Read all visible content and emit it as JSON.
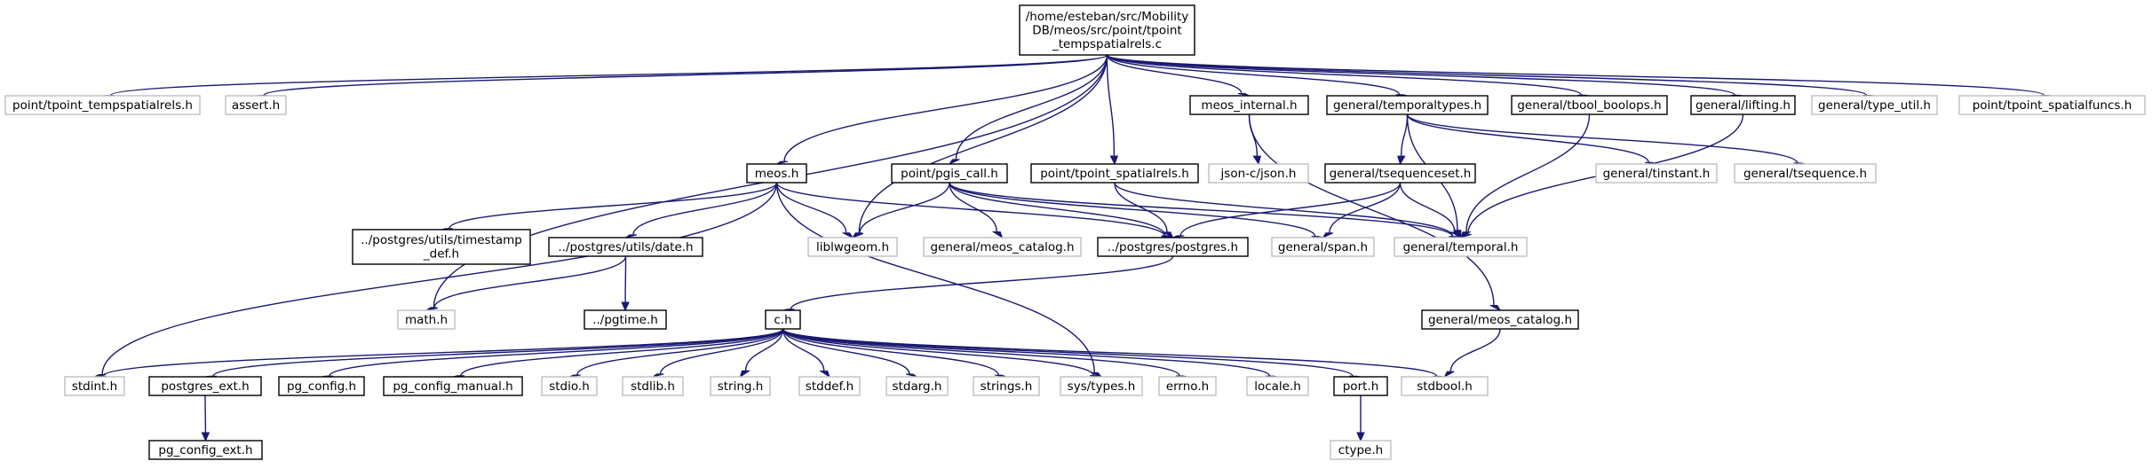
{
  "colors": {
    "edge": "#191970",
    "root_fill": "#bfbfbf",
    "documented_border": "#000000",
    "undocumented_border": "#bfbfbf",
    "text": "#000000"
  },
  "nodes": [
    {
      "id": "root",
      "style": "root",
      "lines": [
        "/home/esteban/src/Mobility",
        "DB/meos/src/point/tpoint",
        "_tempspatialrels.c"
      ]
    },
    {
      "id": "n_tpoint_tempspatialrels_h",
      "style": "undocumented",
      "lines": [
        "point/tpoint_tempspatialrels.h"
      ]
    },
    {
      "id": "n_assert_h",
      "style": "undocumented",
      "lines": [
        "assert.h"
      ]
    },
    {
      "id": "n_meos_internal_h",
      "style": "documented",
      "lines": [
        "meos_internal.h"
      ]
    },
    {
      "id": "n_temporaltypes_h",
      "style": "documented",
      "lines": [
        "general/temporaltypes.h"
      ]
    },
    {
      "id": "n_tbool_boolops_h",
      "style": "documented",
      "lines": [
        "general/tbool_boolops.h"
      ]
    },
    {
      "id": "n_lifting_h",
      "style": "documented",
      "lines": [
        "general/lifting.h"
      ]
    },
    {
      "id": "n_type_util_h",
      "style": "undocumented",
      "lines": [
        "general/type_util.h"
      ]
    },
    {
      "id": "n_tpoint_spatialfuncs_h",
      "style": "undocumented",
      "lines": [
        "point/tpoint_spatialfuncs.h"
      ]
    },
    {
      "id": "n_meos_h",
      "style": "documented",
      "lines": [
        "meos.h"
      ]
    },
    {
      "id": "n_pgis_call_h",
      "style": "documented",
      "lines": [
        "point/pgis_call.h"
      ]
    },
    {
      "id": "n_tpoint_spatialrels_h",
      "style": "documented",
      "lines": [
        "point/tpoint_spatialrels.h"
      ]
    },
    {
      "id": "n_json_h",
      "style": "undocumented",
      "lines": [
        "json-c/json.h"
      ]
    },
    {
      "id": "n_tsequenceset_h",
      "style": "documented",
      "lines": [
        "general/tsequenceset.h"
      ]
    },
    {
      "id": "n_tinstant_h",
      "style": "undocumented",
      "lines": [
        "general/tinstant.h"
      ]
    },
    {
      "id": "n_tsequence_h",
      "style": "undocumented",
      "lines": [
        "general/tsequence.h"
      ]
    },
    {
      "id": "n_timestamp_def_h",
      "style": "documented",
      "lines": [
        "../postgres/utils/timestamp",
        "_def.h"
      ]
    },
    {
      "id": "n_date_h",
      "style": "documented",
      "lines": [
        "../postgres/utils/date.h"
      ]
    },
    {
      "id": "n_liblwgeom_h",
      "style": "undocumented",
      "lines": [
        "liblwgeom.h"
      ]
    },
    {
      "id": "n_meos_catalog_grey",
      "style": "undocumented",
      "lines": [
        "general/meos_catalog.h"
      ]
    },
    {
      "id": "n_postgres_h",
      "style": "documented",
      "lines": [
        "../postgres/postgres.h"
      ]
    },
    {
      "id": "n_span_h",
      "style": "undocumented",
      "lines": [
        "general/span.h"
      ]
    },
    {
      "id": "n_temporal_h",
      "style": "undocumented",
      "lines": [
        "general/temporal.h"
      ]
    },
    {
      "id": "n_math_h",
      "style": "undocumented",
      "lines": [
        "math.h"
      ]
    },
    {
      "id": "n_pgtime_h",
      "style": "documented",
      "lines": [
        "../pgtime.h"
      ]
    },
    {
      "id": "n_meos_catalog_doc",
      "style": "documented",
      "lines": [
        "general/meos_catalog.h"
      ]
    },
    {
      "id": "n_c_h",
      "style": "documented",
      "lines": [
        "c.h"
      ]
    },
    {
      "id": "n_stdint_h",
      "style": "undocumented",
      "lines": [
        "stdint.h"
      ]
    },
    {
      "id": "n_postgres_ext_h",
      "style": "documented",
      "lines": [
        "postgres_ext.h"
      ]
    },
    {
      "id": "n_pg_config_h",
      "style": "documented",
      "lines": [
        "pg_config.h"
      ]
    },
    {
      "id": "n_pg_config_manual_h",
      "style": "documented",
      "lines": [
        "pg_config_manual.h"
      ]
    },
    {
      "id": "n_stdio_h",
      "style": "undocumented",
      "lines": [
        "stdio.h"
      ]
    },
    {
      "id": "n_stdlib_h",
      "style": "undocumented",
      "lines": [
        "stdlib.h"
      ]
    },
    {
      "id": "n_string_h",
      "style": "undocumented",
      "lines": [
        "string.h"
      ]
    },
    {
      "id": "n_stddef_h",
      "style": "undocumented",
      "lines": [
        "stddef.h"
      ]
    },
    {
      "id": "n_stdarg_h",
      "style": "undocumented",
      "lines": [
        "stdarg.h"
      ]
    },
    {
      "id": "n_strings_h",
      "style": "undocumented",
      "lines": [
        "strings.h"
      ]
    },
    {
      "id": "n_sys_types_h",
      "style": "undocumented",
      "lines": [
        "sys/types.h"
      ]
    },
    {
      "id": "n_errno_h",
      "style": "undocumented",
      "lines": [
        "errno.h"
      ]
    },
    {
      "id": "n_locale_h",
      "style": "undocumented",
      "lines": [
        "locale.h"
      ]
    },
    {
      "id": "n_port_h",
      "style": "documented",
      "lines": [
        "port.h"
      ]
    },
    {
      "id": "n_stdbool_h",
      "style": "undocumented",
      "lines": [
        "stdbool.h"
      ]
    },
    {
      "id": "n_pg_config_ext_h",
      "style": "documented",
      "lines": [
        "pg_config_ext.h"
      ]
    },
    {
      "id": "n_ctype_h",
      "style": "undocumented",
      "lines": [
        "ctype.h"
      ]
    }
  ],
  "edges": [
    [
      "root",
      "n_tpoint_tempspatialrels_h"
    ],
    [
      "root",
      "n_assert_h"
    ],
    [
      "root",
      "n_math_h"
    ],
    [
      "root",
      "n_meos_h"
    ],
    [
      "root",
      "n_liblwgeom_h"
    ],
    [
      "root",
      "n_pgis_call_h"
    ],
    [
      "root",
      "n_tpoint_spatialrels_h"
    ],
    [
      "root",
      "n_meos_internal_h"
    ],
    [
      "root",
      "n_temporaltypes_h"
    ],
    [
      "root",
      "n_tbool_boolops_h"
    ],
    [
      "root",
      "n_lifting_h"
    ],
    [
      "root",
      "n_type_util_h"
    ],
    [
      "root",
      "n_tpoint_spatialfuncs_h"
    ],
    [
      "n_meos_internal_h",
      "n_json_h"
    ],
    [
      "n_meos_internal_h",
      "n_meos_catalog_doc"
    ],
    [
      "n_temporaltypes_h",
      "n_tsequenceset_h"
    ],
    [
      "n_temporaltypes_h",
      "n_tinstant_h"
    ],
    [
      "n_temporaltypes_h",
      "n_tsequence_h"
    ],
    [
      "n_temporaltypes_h",
      "n_temporal_h"
    ],
    [
      "n_tsequenceset_h",
      "n_postgres_h"
    ],
    [
      "n_tsequenceset_h",
      "n_span_h"
    ],
    [
      "n_tsequenceset_h",
      "n_temporal_h"
    ],
    [
      "n_tbool_boolops_h",
      "n_temporal_h"
    ],
    [
      "n_lifting_h",
      "n_temporal_h"
    ],
    [
      "n_tpoint_spatialrels_h",
      "n_postgres_h"
    ],
    [
      "n_tpoint_spatialrels_h",
      "n_temporal_h"
    ],
    [
      "n_pgis_call_h",
      "n_liblwgeom_h"
    ],
    [
      "n_pgis_call_h",
      "n_meos_catalog_grey"
    ],
    [
      "n_pgis_call_h",
      "n_postgres_h"
    ],
    [
      "n_pgis_call_h",
      "n_span_h"
    ],
    [
      "n_pgis_call_h",
      "n_temporal_h"
    ],
    [
      "n_meos_h",
      "n_timestamp_def_h"
    ],
    [
      "n_meos_h",
      "n_date_h"
    ],
    [
      "n_meos_h",
      "n_liblwgeom_h"
    ],
    [
      "n_meos_h",
      "n_postgres_h"
    ],
    [
      "n_meos_h",
      "n_stdint_h"
    ],
    [
      "n_meos_h",
      "n_sys_types_h"
    ],
    [
      "n_date_h",
      "n_math_h"
    ],
    [
      "n_date_h",
      "n_pgtime_h"
    ],
    [
      "n_postgres_h",
      "n_c_h"
    ],
    [
      "n_meos_catalog_doc",
      "n_stdbool_h"
    ],
    [
      "n_c_h",
      "n_stdint_h"
    ],
    [
      "n_c_h",
      "n_postgres_ext_h"
    ],
    [
      "n_c_h",
      "n_pg_config_h"
    ],
    [
      "n_c_h",
      "n_pg_config_manual_h"
    ],
    [
      "n_c_h",
      "n_stdio_h"
    ],
    [
      "n_c_h",
      "n_stdlib_h"
    ],
    [
      "n_c_h",
      "n_string_h"
    ],
    [
      "n_c_h",
      "n_stddef_h"
    ],
    [
      "n_c_h",
      "n_stdarg_h"
    ],
    [
      "n_c_h",
      "n_strings_h"
    ],
    [
      "n_c_h",
      "n_sys_types_h"
    ],
    [
      "n_c_h",
      "n_errno_h"
    ],
    [
      "n_c_h",
      "n_locale_h"
    ],
    [
      "n_c_h",
      "n_port_h"
    ],
    [
      "n_c_h",
      "n_stdbool_h"
    ],
    [
      "n_postgres_ext_h",
      "n_pg_config_ext_h"
    ],
    [
      "n_port_h",
      "n_ctype_h"
    ]
  ]
}
